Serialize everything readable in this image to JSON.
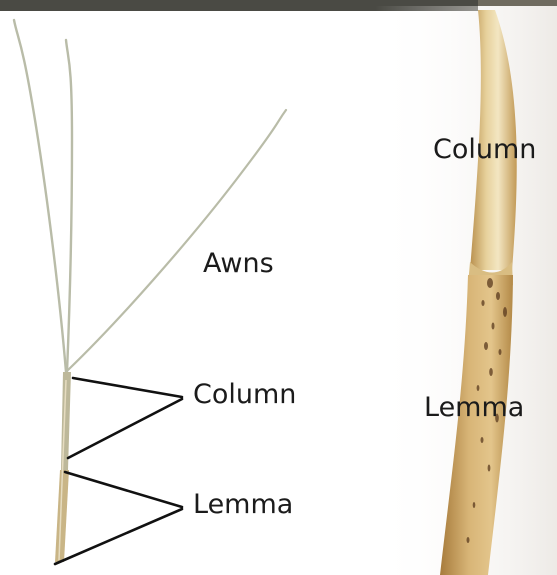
{
  "labels": {
    "awns": "Awns",
    "column_left": "Column",
    "lemma_left": "Lemma",
    "column_right": "Column",
    "lemma_right": "Lemma"
  },
  "colors": {
    "background": "#ffffff",
    "top_strip": "#4a4a44",
    "awn": "#b9bca8",
    "stem": "#c9b586",
    "column_light": "#ead7a4",
    "column_dark": "#c8a35d",
    "lemma_tone": "#c49a58",
    "lemma_speck": "#5a3a1e",
    "pointer_line": "#111111",
    "label_text": "#1b1b1b"
  }
}
